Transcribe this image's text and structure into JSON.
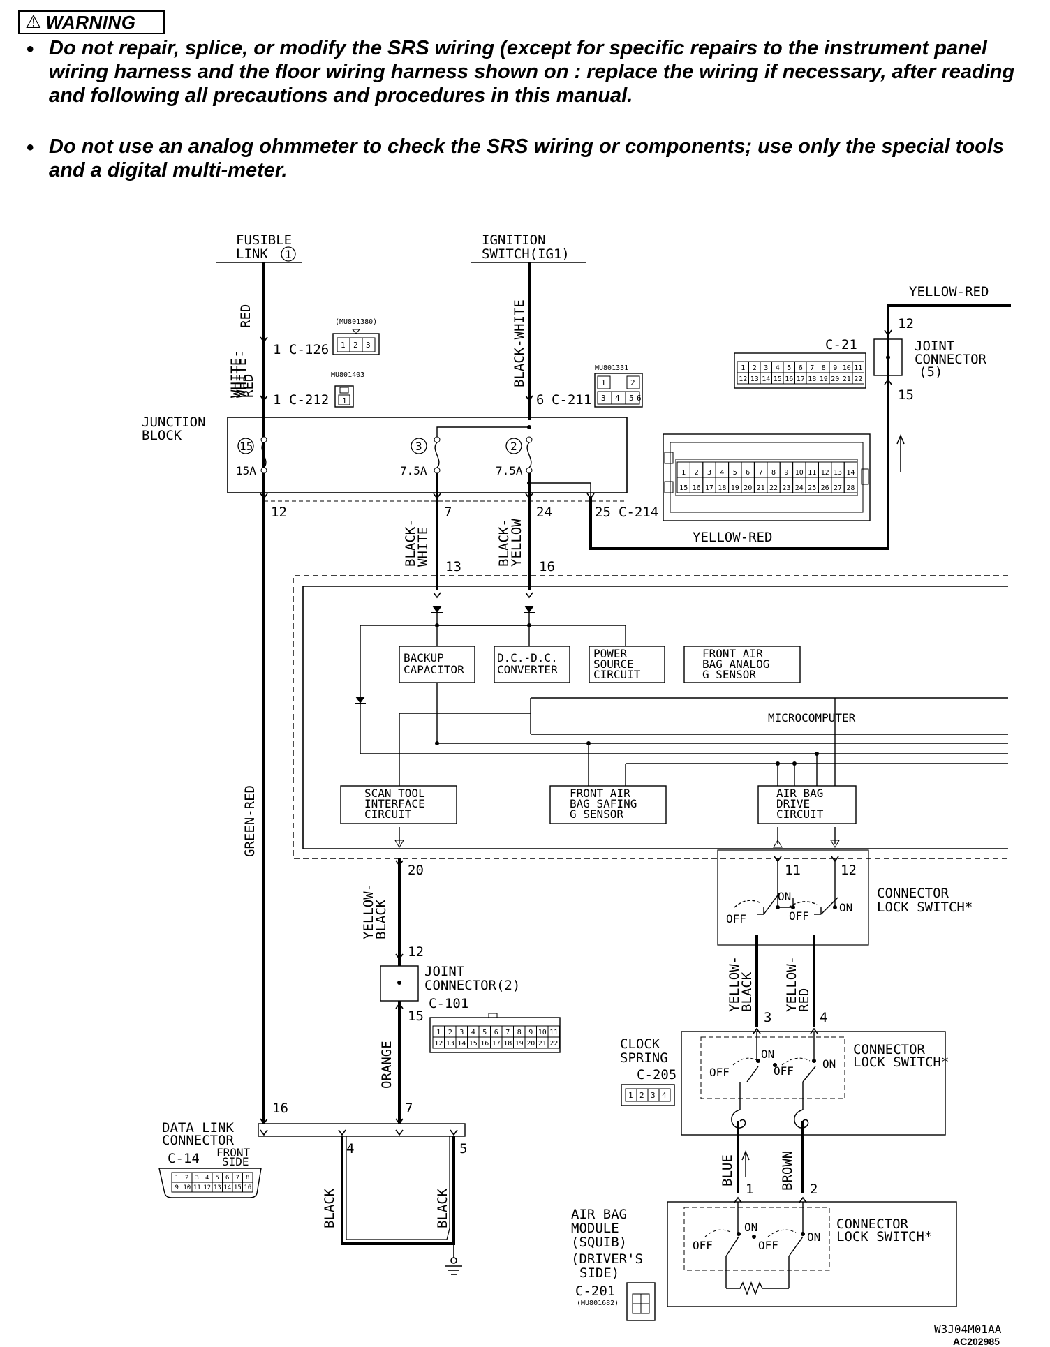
{
  "warning": {
    "title": "WARNING",
    "bullet": "•",
    "items": [
      "Do not repair, splice, or modify the SRS wiring (except for specific repairs to the instrument panel wiring harness and the floor wiring harness shown on : replace the wiring if necessary, after reading and following all precautions and procedures in this manual.",
      "Do not use an analog ohmmeter to check the SRS wiring or components; use only the special tools and a digital multi-meter."
    ]
  },
  "diagram": {
    "fusible_link": [
      "FUSIBLE",
      "LINK"
    ],
    "fusible_link_no": "1",
    "ignition_switch": [
      "IGNITION",
      "SWITCH(IG1)"
    ],
    "junction_block": [
      "JUNCTION",
      "BLOCK"
    ],
    "fuses": [
      {
        "no": "15",
        "amp": "15A"
      },
      {
        "no": "3",
        "amp": "7.5A"
      },
      {
        "no": "2",
        "amp": "7.5A"
      }
    ],
    "wires": {
      "white_red_top": [
        "WHITE-",
        "WHITE-RED"
      ],
      "white_red_top2": "RED",
      "white_red_mid": [
        "WHITE-",
        "RED"
      ],
      "black_white_top": "BLACK-WHITE",
      "black_white": [
        "BLACK-",
        "WHITE"
      ],
      "black_yellow": [
        "BLACK-",
        "YELLOW"
      ],
      "yellow_red": "YELLOW-RED",
      "green_red": "GREEN-RED",
      "yellow_black": [
        "YELLOW-",
        "BLACK"
      ],
      "orange": "ORANGE",
      "black": "BLACK",
      "yellow_black_r": [
        "YELLOW-",
        "BLACK"
      ],
      "yellow_red_r": [
        "YELLOW-",
        "RED"
      ],
      "blue": "BLUE",
      "brown": "BROWN"
    },
    "connectors": {
      "c126": {
        "pin": "1",
        "name": "C-126",
        "part": "(MU801380)",
        "pins": [
          "1",
          "2",
          "3"
        ]
      },
      "c212": {
        "pin": "1",
        "name": "C-212",
        "part": "MU801403",
        "pins": [
          "1"
        ]
      },
      "c211": {
        "pin": "6",
        "name": "C-211",
        "part": "MU801331",
        "pins": [
          "1",
          "2",
          "3",
          "4",
          "5",
          "6"
        ]
      },
      "c214": {
        "pin": "25",
        "name": "C-214"
      },
      "c21": {
        "name": "C-21"
      },
      "c101": {
        "name": "C-101"
      },
      "c205": {
        "name": "C-205",
        "pins": [
          "1",
          "2",
          "3",
          "4"
        ]
      },
      "c14": {
        "name": "C-14",
        "side": [
          "FRONT",
          "SIDE"
        ]
      },
      "c201": {
        "name": "C-201",
        "part": "(MU801682)"
      }
    },
    "pin_labels": {
      "p12": "12",
      "p7": "7",
      "p24": "24",
      "p13": "13",
      "p16": "16",
      "p20": "20",
      "p11": "11",
      "p12b": "12",
      "p3": "3",
      "p4": "4",
      "p1": "1",
      "p2": "2",
      "jc2_top": "12",
      "jc2_bot": "15",
      "dlc16": "16",
      "dlc7": "7",
      "dlc4": "4",
      "dlc5": "5",
      "jc5_top": "12",
      "jc5_bot": "15"
    },
    "joint_connector_5": [
      "JOINT",
      "CONNECTOR",
      "(5)"
    ],
    "joint_connector_2": [
      "JOINT",
      "CONNECTOR(2)"
    ],
    "pins_22_row1": [
      "1",
      "2",
      "3",
      "4",
      "5",
      "6",
      "7",
      "8",
      "9",
      "10",
      "11"
    ],
    "pins_22_row2": [
      "12",
      "13",
      "14",
      "15",
      "16",
      "17",
      "18",
      "19",
      "20",
      "21",
      "22"
    ],
    "pins_28_row1": [
      "1",
      "2",
      "3",
      "4",
      "5",
      "6",
      "7",
      "8",
      "9",
      "10",
      "11",
      "12",
      "13",
      "14"
    ],
    "pins_28_row2": [
      "15",
      "16",
      "17",
      "18",
      "19",
      "20",
      "21",
      "22",
      "23",
      "24",
      "25",
      "26",
      "27",
      "28"
    ],
    "dlc_pins_row1": [
      "1",
      "2",
      "3",
      "4",
      "5",
      "6",
      "7",
      "8"
    ],
    "dlc_pins_row2": [
      "9",
      "10",
      "11",
      "12",
      "13",
      "14",
      "15",
      "16"
    ],
    "blocks": {
      "backup": [
        "BACKUP",
        "CAPACITOR"
      ],
      "dcdc": [
        "D.C.-D.C.",
        "CONVERTER"
      ],
      "power": [
        "POWER",
        "SOURCE",
        "CIRCUIT"
      ],
      "analog": [
        "FRONT AIR",
        "BAG ANALOG",
        "G SENSOR"
      ],
      "micro": "MICROCOMPUTER",
      "scan": [
        "SCAN TOOL",
        "INTERFACE",
        "CIRCUIT"
      ],
      "safing": [
        "FRONT AIR",
        "BAG SAFING",
        "G SENSOR"
      ],
      "drive": [
        "AIR BAG",
        "DRIVE",
        "CIRCUIT"
      ]
    },
    "connector_lock_switch": [
      "CONNECTOR",
      "LOCK SWITCH*"
    ],
    "switch_on": "ON",
    "switch_off": "OFF",
    "clock_spring": [
      "CLOCK",
      "SPRING"
    ],
    "data_link_connector": [
      "DATA LINK",
      "CONNECTOR"
    ],
    "air_bag_module": [
      "AIR BAG",
      "MODULE",
      "(SQUIB)",
      "(DRIVER'S",
      "SIDE)"
    ],
    "figure_code": "W3J04M01AA",
    "ac_code": "AC202985"
  }
}
